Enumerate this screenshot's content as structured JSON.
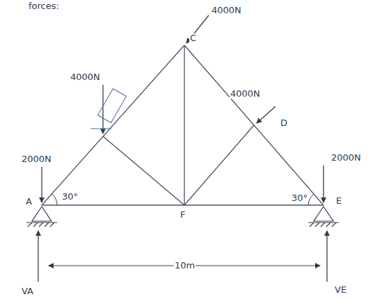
{
  "diagram": {
    "labels": [
      "forces:",
      "4000N",
      "C",
      "4000N",
      "4000N",
      "D",
      "2000N",
      "2000N",
      "A",
      "F",
      "E",
      "30°",
      "30°",
      "10m",
      "VA",
      "VE"
    ]
  }
}
